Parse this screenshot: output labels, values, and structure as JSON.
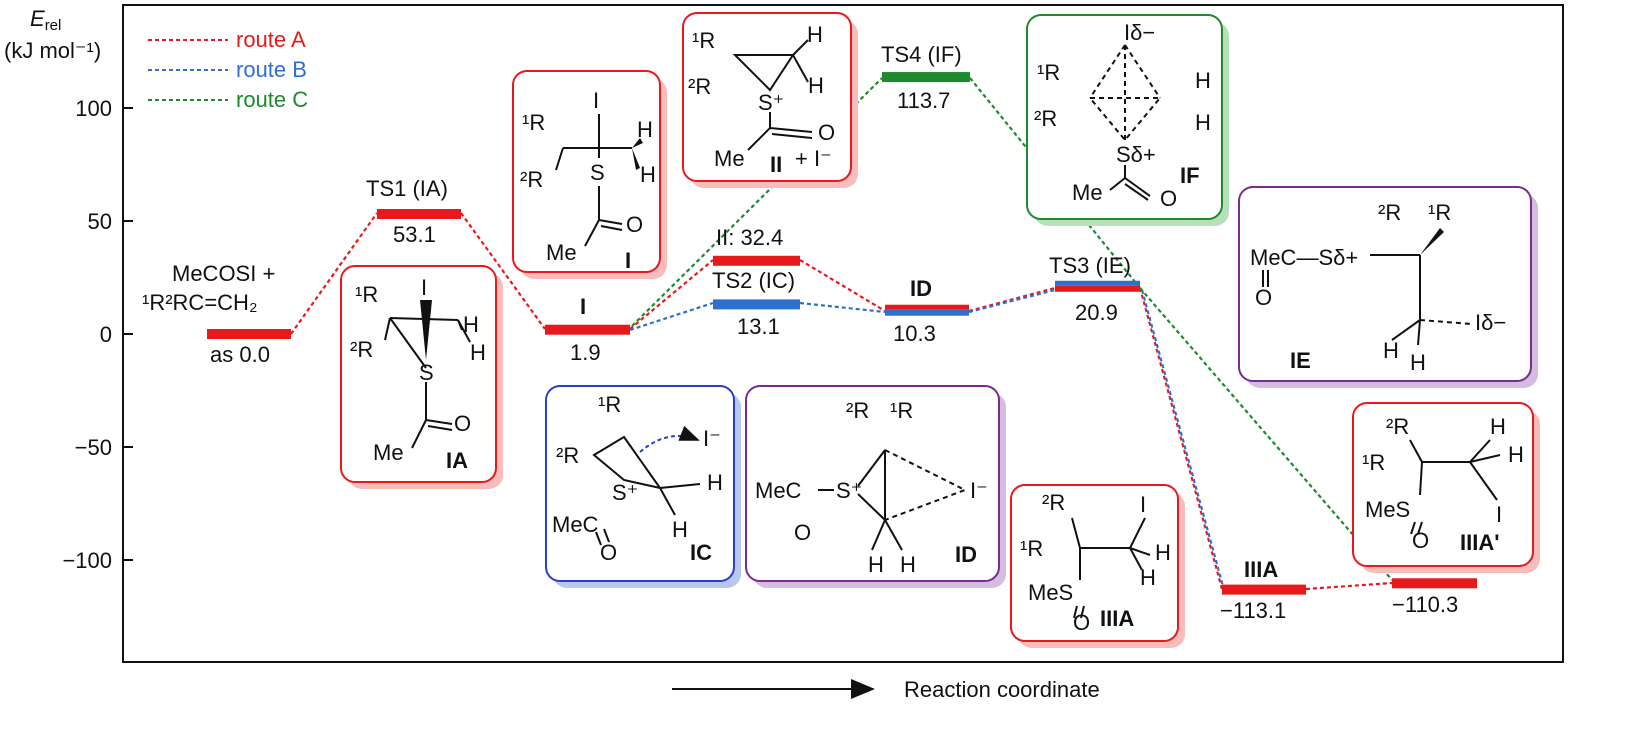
{
  "y_axis": {
    "title": "E",
    "title_sub": "rel",
    "unit": "(kJ mol⁻¹)",
    "ticks": [
      "100",
      "50",
      "0",
      "−50",
      "−100"
    ]
  },
  "x_axis": {
    "label": "Reaction coordinate"
  },
  "legend": [
    {
      "label": "route A",
      "color": "#e8191a"
    },
    {
      "label": "route B",
      "color": "#2f6fd0"
    },
    {
      "label": "route C",
      "color": "#1e8a2e"
    }
  ],
  "colors": {
    "route_a": "#e8191a",
    "route_b": "#2f6fd0",
    "route_c": "#1e8a2e",
    "purple": "#7d2a8f"
  },
  "levels": {
    "start": {
      "name1": "MeCOSI +",
      "name2": "¹R²RC=CH₂",
      "value": "as 0.0"
    },
    "ts1": {
      "name": "TS1 (IA)",
      "value": "53.1"
    },
    "i": {
      "name": "I",
      "value": "1.9"
    },
    "ii": {
      "name": "II: 32.4"
    },
    "ts2": {
      "name": "TS2 (IC)",
      "value": "13.1"
    },
    "ts4": {
      "name": "TS4 (IF)",
      "value": "113.7"
    },
    "id": {
      "name": "ID",
      "value": "10.3"
    },
    "ts3": {
      "name": "TS3 (IE)",
      "value": "20.9"
    },
    "iiia": {
      "name": "IIIA",
      "value": "−113.1"
    },
    "iiia_p": {
      "value": "−110.3"
    }
  },
  "structures": {
    "IA": "IA",
    "I": "I",
    "II": "II",
    "II_extra": "+ I⁻",
    "IF": "IF",
    "IE": "IE",
    "IC": "IC",
    "ID": "ID",
    "IIIA": "IIIA",
    "IIIA_p": "IIIA'",
    "IF_I_charge": "Iδ−",
    "IF_S_charge": "Sδ+",
    "IE_S": "MeC—Sδ+",
    "IE_I": "Iδ−",
    "iodide": "I⁻",
    "sulfonium": "S⁺",
    "mec": "MeC",
    "me": "Me",
    "mes": "MeS",
    "o": "O",
    "h": "H",
    "i_atom": "I",
    "s": "S",
    "r1": "¹R",
    "r2": "²R"
  },
  "chart_data": {
    "type": "energy-profile",
    "ylabel": "E rel (kJ mol⁻¹)",
    "xlabel": "Reaction coordinate",
    "ylim": [
      -145,
      145
    ],
    "yticks": [
      100,
      50,
      0,
      -50,
      -100
    ],
    "points": [
      {
        "label": "MeCOSI + ¹R²RC=CH₂",
        "value": 0.0
      },
      {
        "label": "TS1 (IA)",
        "value": 53.1
      },
      {
        "label": "I",
        "value": 1.9
      },
      {
        "label": "II",
        "value": 32.4
      },
      {
        "label": "TS2 (IC)",
        "value": 13.1
      },
      {
        "label": "TS4 (IF)",
        "value": 113.7
      },
      {
        "label": "ID",
        "value": 10.3
      },
      {
        "label": "TS3 (IE)",
        "value": 20.9
      },
      {
        "label": "IIIA",
        "value": -113.1
      },
      {
        "label": "IIIA'",
        "value": -110.3
      }
    ],
    "series": [
      {
        "name": "route A",
        "path": [
          "MeCOSI + ¹R²RC=CH₂",
          "TS1 (IA)",
          "I",
          "II",
          "ID",
          "TS3 (IE)",
          "IIIA",
          "IIIA'"
        ]
      },
      {
        "name": "route B",
        "path": [
          "I",
          "TS2 (IC)",
          "ID",
          "TS3 (IE)",
          "IIIA"
        ]
      },
      {
        "name": "route C",
        "path": [
          "I",
          "TS4 (IF)",
          "IIIA'"
        ]
      }
    ]
  }
}
